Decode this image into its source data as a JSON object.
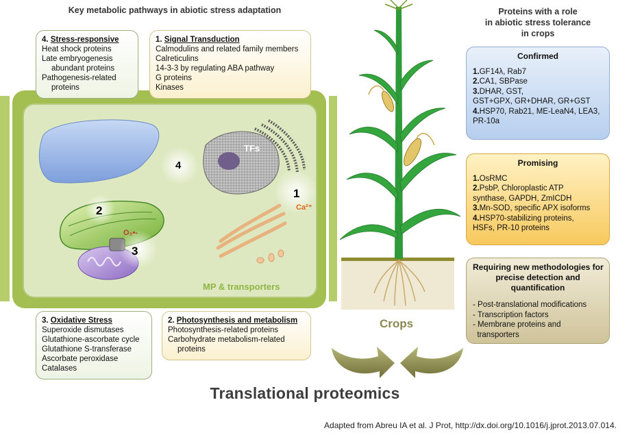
{
  "left_header": "Key metabolic pathways in abiotic stress adaptation",
  "right_header": [
    "Proteins with a role",
    "in abiotic stress  tolerance",
    "in crops"
  ],
  "stress_box": {
    "num": "4.",
    "title": "Stress-responsive",
    "lines": [
      "Heat shock proteins",
      "Late embryogenesis",
      "abundant proteins",
      "Pathogenesis-related",
      "proteins"
    ]
  },
  "signal_box": {
    "num": "1.",
    "title": "Signal Transduction",
    "lines": [
      "Calmodulins and related family members",
      "Calreticulins",
      "14-3-3 by regulating ABA pathway",
      "G proteins",
      "Kinases"
    ]
  },
  "oxidative_box": {
    "num": "3.",
    "title": "Oxidative Stress",
    "lines": [
      "Superoxide dismutases",
      "Glutathione-ascorbate cycle",
      "Glutathione S-transferase",
      "Ascorbate peroxidase",
      "Catalases"
    ]
  },
  "photo_box": {
    "num": "2.",
    "title": "Photosynthesis and metabolism",
    "lines": [
      "Photosynthesis-related proteins",
      "Carbohydrate metabolism-related",
      "proteins"
    ]
  },
  "cell": {
    "labels": [
      "1",
      "2",
      "3",
      "4"
    ],
    "tfs": "TFs",
    "ca": "Ca²⁺",
    "o2": "O₂•-",
    "mp": "MP & transporters"
  },
  "confirmed": {
    "title": "Confirmed",
    "items": [
      {
        "n": "1.",
        "t": "GF14λ, Rab7"
      },
      {
        "n": "2.",
        "t": "CA1, SBPase"
      },
      {
        "n": "3.",
        "t": "DHAR, GST,"
      },
      {
        "n": "",
        "t": "GST+GPX, GR+DHAR, GR+GST"
      },
      {
        "n": "4.",
        "t": "HSP70, Rab21, ME-LeaN4, LEA3,"
      },
      {
        "n": "",
        "t": "PR-10a"
      }
    ]
  },
  "promising": {
    "title": "Promising",
    "items": [
      {
        "n": "1.",
        "t": "OsRMC"
      },
      {
        "n": "2.",
        "t": "PsbP, Chloroplastic ATP"
      },
      {
        "n": "",
        "t": "synthase, GAPDH, ZmICDH"
      },
      {
        "n": "3.",
        "t": "Mn-SOD, specific APX isoforms"
      },
      {
        "n": "4.",
        "t": "HSP70-stabilizing proteins,"
      },
      {
        "n": "",
        "t": "HSFs, PR-10 proteins"
      }
    ]
  },
  "methods": {
    "title": [
      "Requiring new methodologies  for",
      "precise detection and",
      "quantification"
    ],
    "items": [
      "- Post-translational modifications",
      "- Transcription factors",
      "- Membrane proteins and",
      "  transporters"
    ]
  },
  "crops_label": "Crops",
  "main_title": "Translational proteomics",
  "citation": "Adapted from Abreu IA et al. J Prot, http://dx.doi.org/10.1016/j.jprot.2013.07.014.",
  "colors": {
    "cell_wall": "#a3bf52",
    "cell_inner": "#dde8c0",
    "plant": "#2f9a3a",
    "arrow": "#8a8a50",
    "title": "#3d3d3d"
  }
}
